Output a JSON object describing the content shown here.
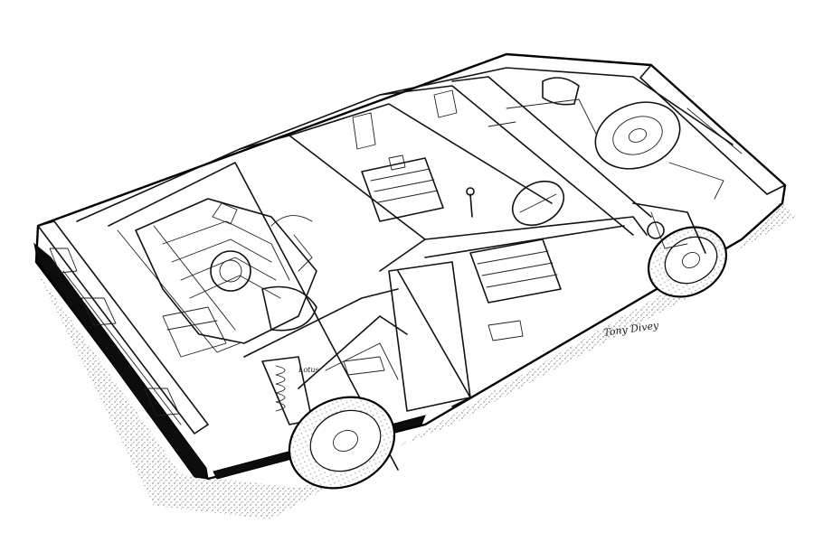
{
  "illustration": {
    "subject": "cutaway technical line drawing of a wedge-shaped mid-engine sports car",
    "style": "black ink on white",
    "signature": "Tony Divey",
    "colors": {
      "ink": "#111111",
      "paper": "#ffffff",
      "stipple": "#8a8a8a"
    },
    "components": [
      "front-wheel-icon",
      "rear-wheel-icon",
      "engine-icon",
      "spare-tire-icon",
      "seats-icon",
      "steering-wheel-icon",
      "rear-suspension-icon",
      "front-suspension-icon"
    ]
  }
}
